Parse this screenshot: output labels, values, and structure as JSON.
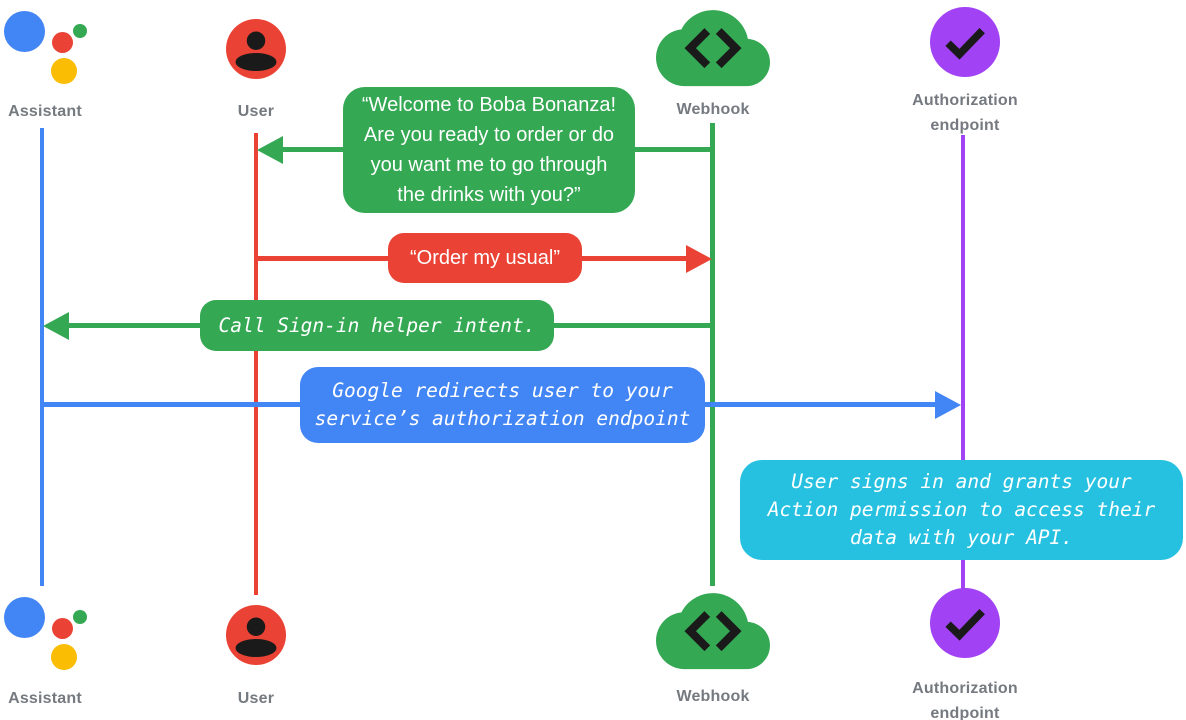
{
  "colors": {
    "assistant_blue": "#4285f4",
    "user_red": "#ea4335",
    "webhook_green": "#34a853",
    "auth_purple": "#a142f4",
    "note_cyan": "#26c1e0",
    "assistant_yellow": "#fbbc04",
    "label_gray": "#757a80",
    "icon_glyph_dark": "#1a1a1a",
    "bubble_text": "#ffffff"
  },
  "actors": {
    "assistant": {
      "label": "Assistant",
      "icon": "google-assistant-logo"
    },
    "user": {
      "label": "User",
      "icon": "person-circle"
    },
    "webhook": {
      "label": "Webhook",
      "icon": "cloud-code"
    },
    "auth": {
      "label_line1": "Authorization",
      "label_line2": "endpoint",
      "icon": "check-circle"
    }
  },
  "messages": {
    "welcome": {
      "from": "Webhook",
      "to": "User",
      "style": "speech-bubble",
      "color": "#34a853",
      "line1": "“Welcome to Boba Bonanza!",
      "line2": "Are you ready to order or do",
      "line3": "you want me to go through",
      "line4": "the drinks with you?”"
    },
    "order": {
      "from": "User",
      "to": "Webhook",
      "style": "speech-bubble",
      "color": "#ea4335",
      "text": "“Order my usual”"
    },
    "signin": {
      "from": "Webhook",
      "to": "Assistant",
      "style": "system-code",
      "color": "#34a853",
      "text": "Call Sign-in helper intent."
    },
    "redirect": {
      "from": "Assistant",
      "to": "Authorization endpoint",
      "style": "system-code",
      "color": "#4285f4",
      "line1": "Google redirects user to your",
      "line2": "service’s authorization endpoint"
    },
    "grant": {
      "at": "Authorization endpoint",
      "style": "note",
      "color": "#26c1e0",
      "line1": "User signs in and grants your",
      "line2": "Action permission to access their",
      "line3": "data with your API."
    }
  }
}
